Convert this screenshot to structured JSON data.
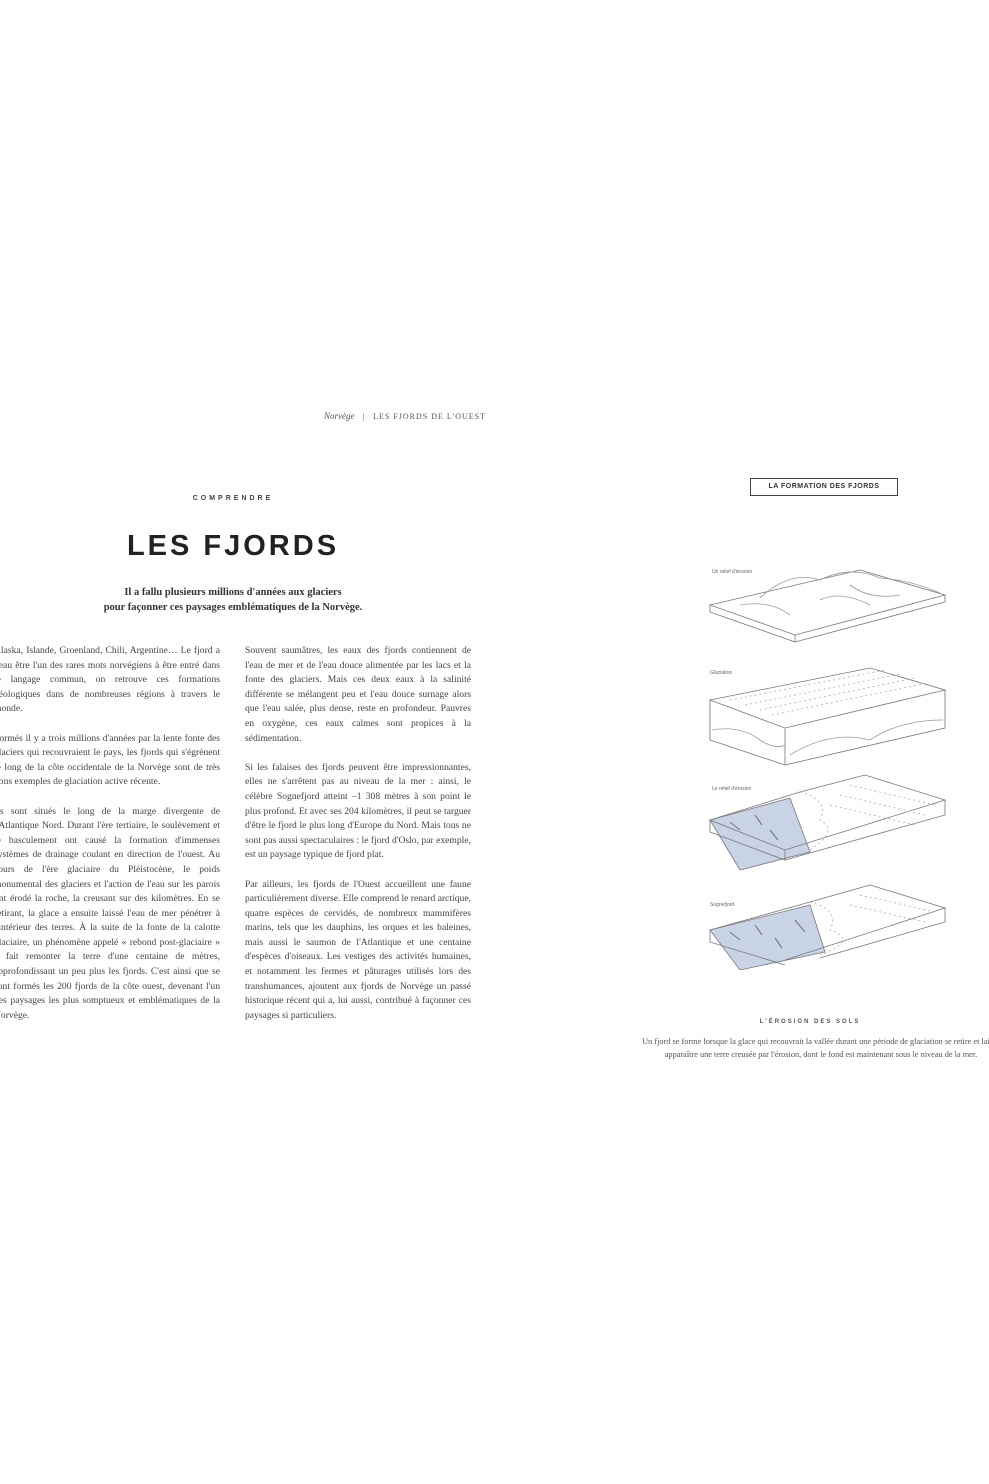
{
  "header": {
    "section": "Norvège",
    "chapter": "LES FJORDS DE L'OUEST"
  },
  "kicker": "COMPRENDRE",
  "title": "LES FJORDS",
  "subtitle": [
    "Il a fallu plusieurs millions d'années aux glaciers",
    "pour façonner ces paysages emblématiques de la Norvège."
  ],
  "column1": [
    "Alaska, Islande, Groenland, Chili, Argentine… Le fjord a beau être l'un des rares mots norvégiens à être entré dans le langage commun, on retrouve ces formations géologiques dans de nombreuses régions à travers le monde.",
    "Formés il y a trois millions d'années par la lente fonte des glaciers qui recouvraient le pays, les fjords qui s'égrènent le long de la côte occidentale de la Norvège sont de très bons exemples de glaciation active récente.",
    "Ils sont situés le long de la marge divergente de l'Atlantique Nord. Durant l'ère tertiaire, le soulèvement et le basculement ont causé la formation d'immenses systèmes de drainage coulant en direction de l'ouest. Au cours de l'ère glaciaire du Pléistocène, le poids monumental des glaciers et l'action de l'eau sur les parois ont érodé la roche, la creusant sur des kilomètres. En se retirant, la glace a ensuite laissé l'eau de mer pénétrer à l'intérieur des terres. À la suite de la fonte de la calotte glaciaire, un phénomène appelé « rebond post-glaciaire » a fait remonter la terre d'une centaine de mètres, approfondissant un peu plus les fjords. C'est ainsi que se sont formés les 200 fjords de la côte ouest, devenant l'un des paysages les plus somptueux et emblématiques de la Norvège."
  ],
  "column2": [
    "Souvent saumâtres, les eaux des fjords contiennent de l'eau de mer et de l'eau douce alimentée par les lacs et la fonte des glaciers. Mais ces deux eaux à la salinité différente se mélangent peu et l'eau douce surnage alors que l'eau salée, plus dense, reste en profondeur. Pauvres en oxygène, ces eaux calmes sont propices à la sédimentation.",
    "Si les falaises des fjords peuvent être impressionnantes, elles ne s'arrêtent pas au niveau de la mer : ainsi, le célèbre Sognefjord atteint –1 308 mètres à son point le plus profond. Et avec ses 204 kilomètres, il peut se targuer d'être le fjord le plus long d'Europe du Nord. Mais tous ne sont pas aussi spectaculaires : le fjord d'Oslo, par exemple, est un paysage typique de fjord plat.",
    "Par ailleurs, les fjords de l'Ouest accueillent une faune particulièrement diverse. Elle comprend le renard arctique, quatre espèces de cervidés, de nombreux mammifères marins, tels que les dauphins, les orques et les baleines, mais aussi le saumon de l'Atlantique et une centaine d'espèces d'oiseaux. Les vestiges des activités humaines, et notamment les fermes et pâturages utilisés lors des transhumances, ajoutent aux fjords de Norvège un passé historique récent qui a, lui aussi, contribué à façonner ces paysages si particuliers."
  ],
  "sidebar": {
    "badge": "LA FORMATION DES FJORDS",
    "diagram_labels": [
      "Un relief d'érosion",
      "Glaciation",
      "Le relief d'érosion",
      "Sognefjord"
    ],
    "caption_title": "L'ÉROSION DES SOLS",
    "caption_text": "Un fjord se forme lorsque la glace qui recouvrait la vallée durant une période de glaciation se retire et laisse apparaître une terre creusée par l'érosion, dont le fond est maintenant sous le niveau de la mer."
  },
  "colors": {
    "water": "#c9d3e6",
    "line": "#777777"
  }
}
